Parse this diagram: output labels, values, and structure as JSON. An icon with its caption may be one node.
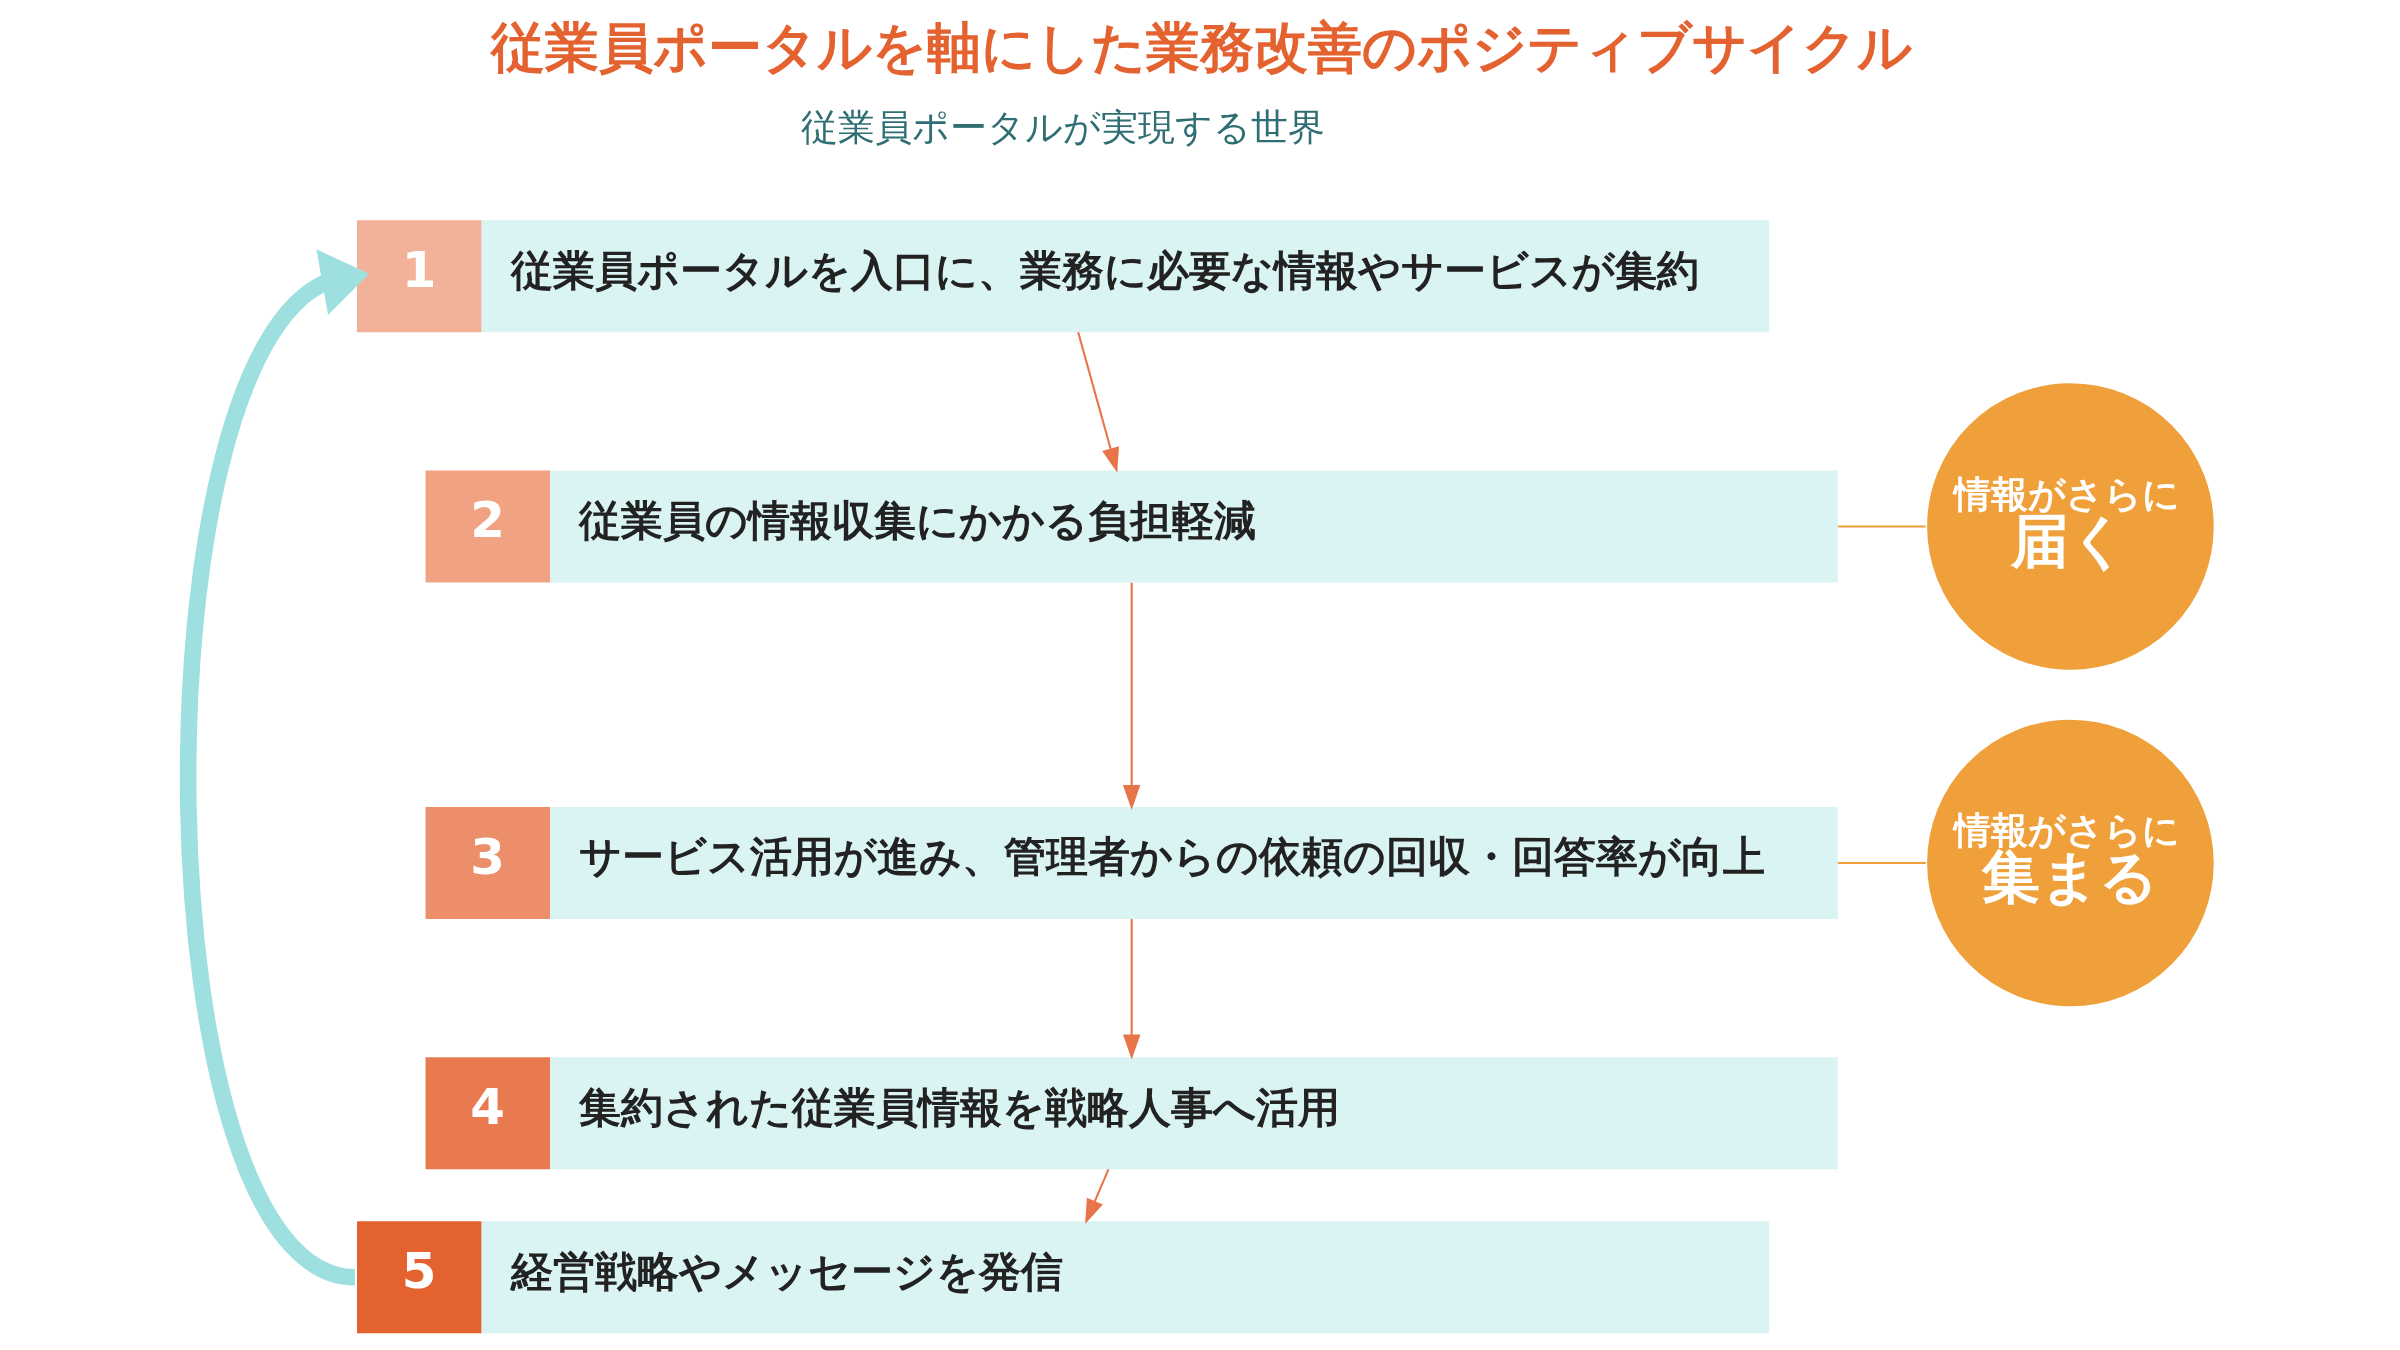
{
  "diagram": {
    "title": "従業員ポータルを軸にした業務改善のポジティブサイクル",
    "nodes": [
      {
        "text": [
          "1",
          "従業員ポータルを入口に、業務に必要な情報やサービスが集約"
        ]
      },
      {
        "text": [
          "2",
          "従業員の情報収集にかかる負担軽減"
        ]
      },
      {
        "text": [
          "3",
          "サービス活用が進み、管理者からの依頼の回収・回答率が向上"
        ]
      },
      {
        "text": [
          "4",
          "集約された従業員情報を戦略人事へ活用"
        ]
      },
      {
        "text": [
          "5",
          "経営戦略やメッセージを発信"
        ]
      },
      {
        "text": [
          "情報がさらに",
          "届く"
        ]
      },
      {
        "text": [
          "情報がさらに",
          "集まる"
        ]
      }
    ],
    "edges": [
      {
        "from": 0,
        "to": 1,
        "arrow": "to"
      },
      {
        "from": 1,
        "to": 2,
        "arrow": "to"
      },
      {
        "from": 2,
        "to": 3,
        "arrow": "to"
      },
      {
        "from": 3,
        "to": 4,
        "arrow": "to"
      },
      {
        "from": 4,
        "to": 0,
        "arrow": "to",
        "style": "thick",
        "color": "#9edfe0"
      },
      {
        "from": 5,
        "to": 1,
        "arrow": "none",
        "color": "#f0a03a"
      },
      {
        "from": 6,
        "to": 2,
        "arrow": "none",
        "color": "#f0a03a"
      }
    ],
    "labels": [
      "従業員ポータルが実現する世界"
    ]
  }
}
